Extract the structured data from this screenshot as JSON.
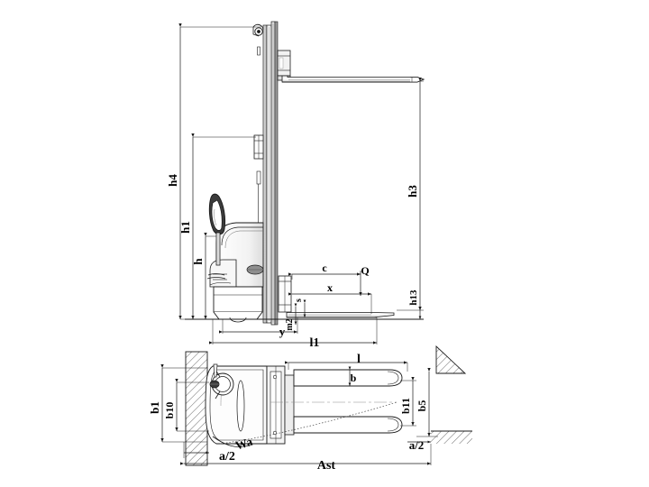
{
  "drawing": {
    "title": "Pallet stacker dimensional drawing",
    "background_color": "#ffffff",
    "line_color": "#1a1a1a",
    "hatch_color": "#555555",
    "views": [
      {
        "name": "side-elevation",
        "description": "Side view of electric pallet stacker with mast, forks and tiller"
      },
      {
        "name": "plan-view",
        "description": "Top plan view of stacker against wall showing turning radius"
      }
    ]
  },
  "side_view_labels": {
    "h4": "h4",
    "h1": "h1",
    "h": "h",
    "h3": "h3",
    "h13": "h13",
    "c": "c",
    "Q": "Q",
    "x": "x",
    "s": "s",
    "m2": "m2",
    "y": "y",
    "l1": "l1"
  },
  "plan_view_labels": {
    "b1": "b1",
    "b10": "b10",
    "b11": "b11",
    "b5": "b5",
    "l": "l",
    "b": "b",
    "Wa": "Wa",
    "a_half_left": "a/2",
    "a_half_right": "a/2",
    "Ast": "Ast"
  }
}
